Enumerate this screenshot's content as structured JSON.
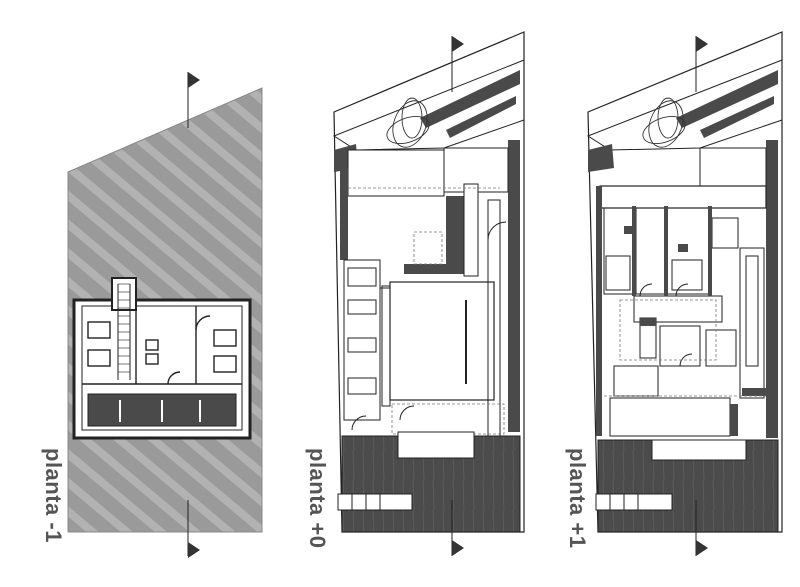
{
  "floors": [
    {
      "label": "planta -1"
    },
    {
      "label": "planta +0"
    },
    {
      "label": "planta +1"
    }
  ],
  "colors": {
    "hatch_fill": "#9a9a9a",
    "hatch_stripe": "#b4b4b4",
    "dark_fill": "#4a4a4a",
    "line": "#222222",
    "background": "#ffffff"
  },
  "icons": [
    "north-flag-icon"
  ]
}
